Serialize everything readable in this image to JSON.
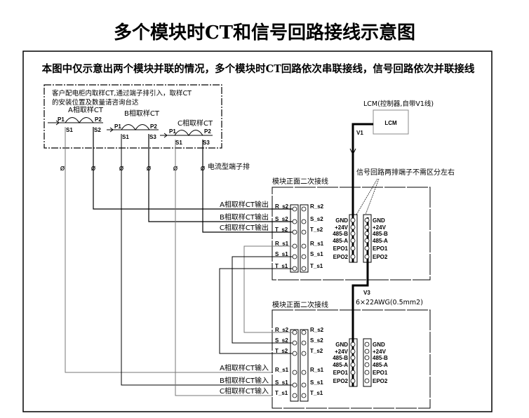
{
  "title": "多个模块时CT和信号回路接线示意图",
  "subtitle": "本图中仅示意出两个模块并联的情况，多个模块时CT回路依次串联接线，信号回路依次并联接线",
  "cabinet": {
    "note_line1": "客户配电柜内取样CT,通过端子排引入，取样CT",
    "note_line2": "的安装位置及数量请咨询台达",
    "cts": [
      {
        "label": "A相取样CT",
        "p1": "P1",
        "p2": "P2",
        "s1": "S1",
        "s2": "S2"
      },
      {
        "label": "B相取样CT",
        "p1": "P1",
        "p2": "P2",
        "s1": "S1",
        "s2": "S3"
      },
      {
        "label": "C相取样CT",
        "p1": "P1",
        "p2": "P2",
        "s1": "S1",
        "s2": "S3"
      }
    ]
  },
  "terminal_block_label": "电流型端子排",
  "lcm": {
    "caption": "LCM(控制器,自带V1线)",
    "box_label": "LCM",
    "wire_label": "V1"
  },
  "signal_note": "信号回路两排端子不需区分左右",
  "v3": {
    "label": "V3",
    "spec": "6×22AWG(0.5mm2)"
  },
  "modules": [
    {
      "title": "模块正面二次接线",
      "ct_labels": [
        "A相取样CT输出",
        "B相取样CT输出",
        "C相取样CT输出"
      ],
      "left_terms": [
        "R_s2",
        "S_s2",
        "T_s2",
        "R_s1",
        "S_s1",
        "T_s1"
      ],
      "right_terms": [
        "R_s2",
        "S_s2",
        "T_s2",
        "R_s1",
        "S_s1",
        "T_s1"
      ],
      "signal_left": [
        "GND",
        "+24V",
        "485-B",
        "485-A",
        "EPO1",
        "EPO2"
      ],
      "signal_right": [
        "GND",
        "+24V",
        "485-B",
        "485-A",
        "EPO1",
        "EPO2"
      ]
    },
    {
      "title": "模块正面二次接线",
      "ct_labels": [
        "A相取样CT输入",
        "B相取样CT输入",
        "C相取样CT输入"
      ],
      "left_terms": [
        "R_s2",
        "S_s2",
        "T_s2",
        "R_s1",
        "S_s1",
        "T_s1"
      ],
      "right_terms": [
        "R_s2",
        "S_s2",
        "T_s2",
        "R_s1",
        "S_s1",
        "T_s1"
      ],
      "signal_left": [
        "GND",
        "+24V",
        "485-B",
        "485-A",
        "EPO1",
        "EPO2"
      ],
      "signal_right": [
        "GND",
        "+24V",
        "485-B",
        "485-A",
        "EPO1",
        "EPO2"
      ]
    }
  ],
  "colors": {
    "line": "#000000",
    "wire_gray": "#777777",
    "box_gray": "#888888",
    "background": "#ffffff"
  }
}
